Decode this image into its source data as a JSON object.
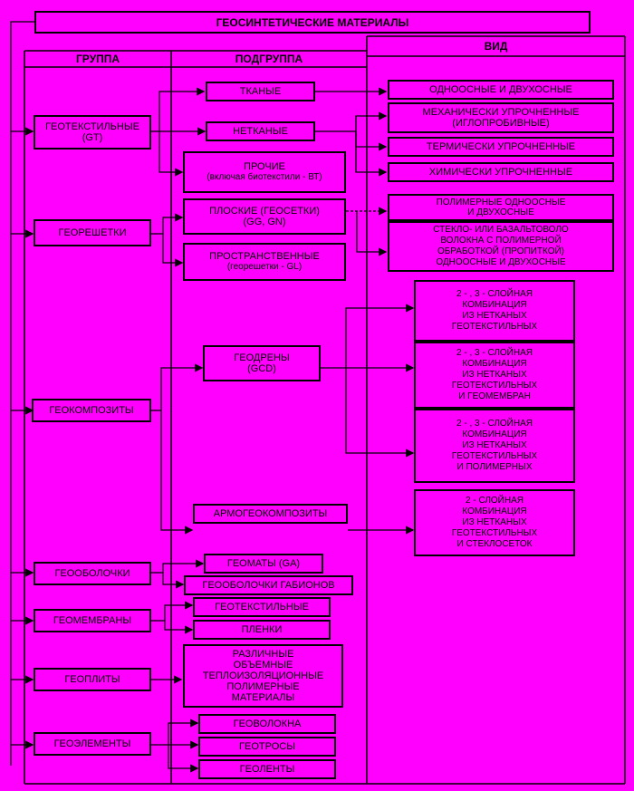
{
  "title": "ГЕОСИНТЕТИЧЕСКИЕ МАТЕРИАЛЫ",
  "columns": {
    "group": "ГРУППА",
    "subgroup": "ПОДГРУППА",
    "type": "ВИД"
  },
  "groups": [
    {
      "name": "ГЕОТЕКСТИЛЬНЫЕ",
      "code": "(GT)"
    },
    {
      "name": "ГЕОРЕШЕТКИ"
    },
    {
      "name": "ГЕОКОМПОЗИТЫ"
    },
    {
      "name": "ГЕООБОЛОЧКИ"
    },
    {
      "name": "ГЕОМЕМБРАНЫ"
    },
    {
      "name": "ГЕОПЛИТЫ"
    },
    {
      "name": "ГЕОЭЛЕМЕНТЫ"
    }
  ],
  "subgroups": {
    "woven": "ТКАНЫЕ",
    "nonwoven": "НЕТКАНЫЕ",
    "other_l1": "ПРОЧИЕ",
    "other_l2": "(включая биотекстили - ВТ)",
    "flat_l1": "ПЛОСКИЕ (ГЕОСЕТКИ)",
    "flat_l2": "(GG, GN)",
    "spatial_l1": "ПРОСТРАНСТВЕННЫЕ",
    "spatial_l2": "(георешетки - GL)",
    "drains_l1": "ГЕОДРЕНЫ",
    "drains_l2": "(GCD)",
    "armo": "АРМОГЕОКОМПОЗИТЫ",
    "mats": "ГЕОМАТЫ (GA)",
    "gabions": "ГЕООБОЛОЧКИ ГАБИОНОВ",
    "geotextile": "ГЕОТЕКСТИЛЬНЫЕ",
    "films": "ПЛЕНКИ",
    "plates": [
      "РАЗЛИЧНЫЕ",
      "ОБЪЕМНЫЕ",
      "ТЕПЛОИЗОЛЯЦИОННЫЕ",
      "ПОЛИМЕРНЫЕ",
      "МАТЕРИАЛЫ"
    ],
    "fibers": "ГЕОВОЛОКНА",
    "ropes": "ГЕОТРОСЫ",
    "tapes": "ГЕОЛЕНТЫ"
  },
  "types": {
    "uniaxial": "ОДНООСНЫЕ И ДВУХОСНЫЕ",
    "mech_l1": "МЕХАНИЧЕСКИ УПРОЧНЕННЫЕ",
    "mech_l2": "(ИГЛОПРОБИВНЫЕ)",
    "thermal": "ТЕРМИЧЕСКИ УПРОЧНЕННЫЕ",
    "chemical": "ХИМИЧЕСКИ УПРОЧНЕННЫЕ",
    "polymer_l1": "ПОЛИМЕРНЫЕ ОДНООСНЫЕ",
    "polymer_l2": "И ДВУХОСНЫЕ",
    "glass": [
      "СТЕКЛО- ИЛИ БАЗАЛЬТОВОЛО",
      "ВОЛОКНА С ПОЛИМЕРНОЙ",
      "ОБРАБОТКОЙ (ПРОПИТКОЙ)",
      "ОДНООСНЫЕ И ДВУХОСНЫЕ"
    ],
    "comb1": [
      "2 - , 3 - СЛОЙНАЯ",
      "КОМБИНАЦИЯ",
      "ИЗ НЕТКАНЫХ",
      "ГЕОТЕКСТИЛЬНЫХ"
    ],
    "comb2": [
      "2 - , 3 - СЛОЙНАЯ",
      "КОМБИНАЦИЯ",
      "ИЗ НЕТКАНЫХ",
      "ГЕОТЕКСТИЛЬНЫХ",
      "И ГЕОМЕМБРАН"
    ],
    "comb3": [
      "2 - , 3 - СЛОЙНАЯ",
      "КОМБИНАЦИЯ",
      "ИЗ НЕТКАНЫХ",
      "ГЕОТЕКСТИЛЬНЫХ",
      "И ПОЛИМЕРНЫХ"
    ],
    "comb4": [
      "2 - СЛОЙНАЯ",
      "КОМБИНАЦИЯ",
      "ИЗ НЕТКАНЫХ",
      "ГЕОТЕКСТИЛЬНЫХ",
      "И СТЕКЛОСЕТОК"
    ]
  }
}
